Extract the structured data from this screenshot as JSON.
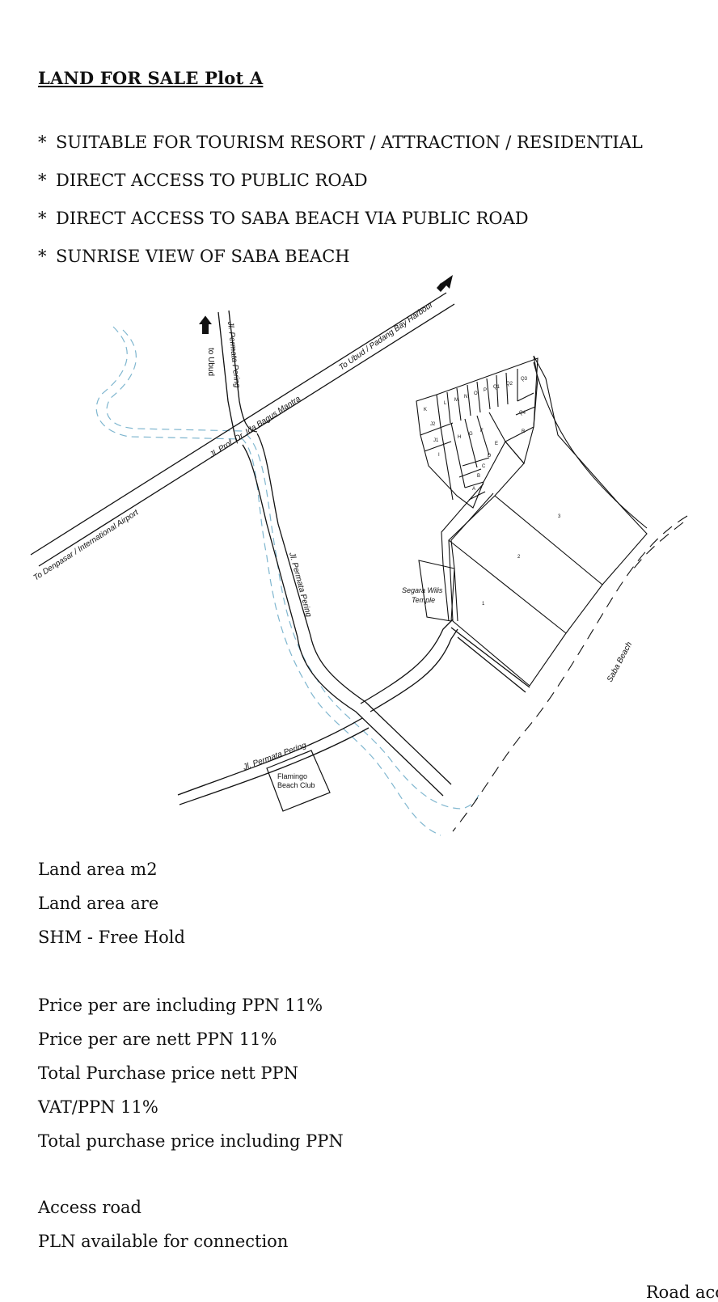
{
  "document": {
    "title": "LAND FOR SALE Plot A",
    "bullets": [
      "SUITABLE FOR TOURISM RESORT / ATTRACTION / RESIDENTIAL",
      "DIRECT ACCESS TO PUBLIC ROAD",
      "DIRECT ACCESS TO SABA BEACH VIA PUBLIC ROAD",
      "SUNRISE  VIEW OF SABA BEACH"
    ],
    "bullet_marker": "*",
    "map": {
      "labels": {
        "to_ubud": "to Ubud",
        "jl_permata_pering_north": "Jl. Permata Pering",
        "to_ubud_padang_bay": "To Ubud / Padang Bay Harbour",
        "jl_prof_ida_bagus_mantra": "Jl. Prof. Dr. Ida Bagus Mantra",
        "to_denpasar": "To Denpasar / International Airport",
        "jl_permata_pering_south": "Jl. Permata Pering",
        "jl_permata_pering_west": "Jl. Permata Pering",
        "segara_wilis": [
          "Segara Wilis",
          "Temple"
        ],
        "flamingo": [
          "Flamingo",
          "Beach Club"
        ],
        "saba_beach": "Saba Beach"
      },
      "plots": [
        "K",
        "L",
        "M",
        "N",
        "O",
        "P",
        "Q1",
        "Q2",
        "Q3",
        "Q4",
        "R",
        "J2",
        "J1",
        "I",
        "H",
        "G",
        "F",
        "E",
        "D",
        "C",
        "B",
        "A",
        "1",
        "2",
        "3"
      ]
    },
    "details_group1": [
      "Land area m2",
      "Land area are",
      "SHM - Free Hold"
    ],
    "details_group2": [
      "Price per are including PPN 11%",
      "Price per are nett PPN 11%",
      "Total Purchase price nett PPN",
      "VAT/PPN 11%",
      "Total purchase price including PPN"
    ],
    "details_group3": [
      "Access road",
      "PLN available for connection"
    ],
    "corner_text": "Road acc"
  }
}
